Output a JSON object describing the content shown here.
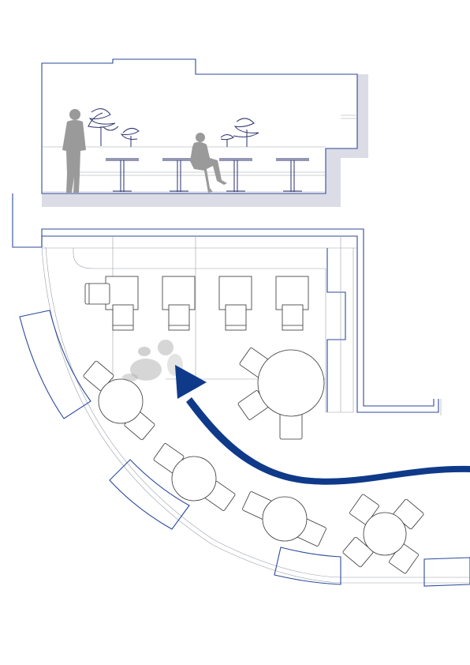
{
  "drawing": {
    "kind": "floor-plan-with-section",
    "text": [],
    "colors": {
      "wall": "#2b4a9a",
      "arrow": "#0f3a8a",
      "shadow": "#dcdce6",
      "person": "#9a9a9a"
    },
    "elevation": {
      "tables": 4,
      "people": 2,
      "plants": 4
    },
    "plan": {
      "square_tables": 4,
      "round_tables": 5,
      "people": 1,
      "direction_arrow": "circulation-arrow-icon"
    }
  }
}
